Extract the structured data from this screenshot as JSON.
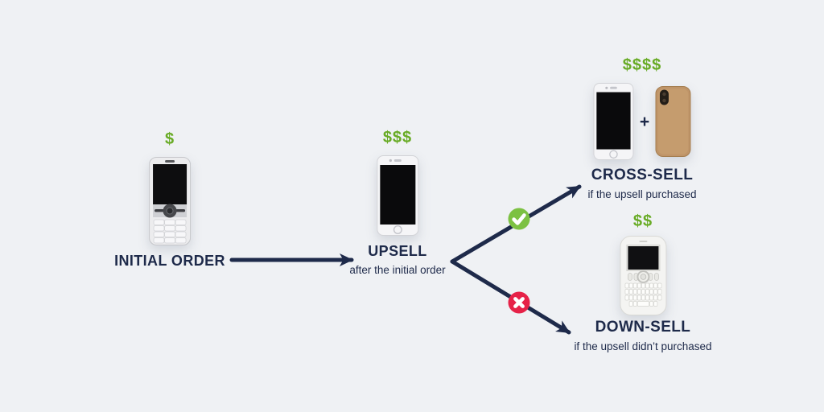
{
  "diagram": {
    "background": "#eff1f4",
    "colors": {
      "text_navy": "#1e2a4a",
      "price_green": "#68ab25",
      "check_green": "#7cc142",
      "cross_red": "#e62248",
      "case_tan": "#bf9468"
    },
    "nodes": {
      "initial_order": {
        "price_tag": "$",
        "label": "INITIAL ORDER"
      },
      "upsell": {
        "price_tag": "$$$",
        "label": "UPSELL",
        "subtitle": "after the initial order"
      },
      "cross_sell": {
        "price_tag": "$$$$",
        "label": "CROSS-SELL",
        "subtitle": "if the upsell purchased",
        "plus_sign": "+"
      },
      "down_sell": {
        "price_tag": "$$",
        "label": "DOWN-SELL",
        "subtitle": "if the upsell didn’t purchased"
      }
    },
    "edges": [
      {
        "from": "initial_order",
        "to": "upsell",
        "marker": "none"
      },
      {
        "from": "upsell",
        "to": "cross_sell",
        "marker": "check-icon"
      },
      {
        "from": "upsell",
        "to": "down_sell",
        "marker": "cross-icon"
      }
    ],
    "icons": {
      "check": "checkmark in green circle",
      "cross": "x in red circle"
    }
  }
}
